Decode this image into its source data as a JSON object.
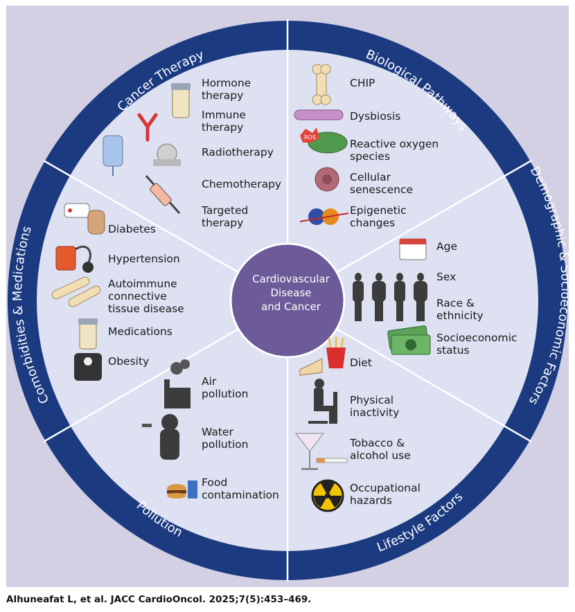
{
  "center": {
    "title": "Cardiovascular\nDisease\nand Cancer"
  },
  "sectors": {
    "cancer_therapy": {
      "title": "Cancer Therapy",
      "items": [
        "Hormone\ntherapy",
        "Immune\ntherapy",
        "Radiotherapy",
        "Chemotherapy",
        "Targeted\ntherapy"
      ]
    },
    "biological_pathways": {
      "title": "Biological Pathways",
      "items": [
        "CHIP",
        "Dysbiosis",
        "Reactive oxygen\nspecies",
        "Cellular\nsenescence",
        "Epigenetic\nchanges"
      ],
      "ros_badge": "ROS"
    },
    "demographic": {
      "title": "Demographic & Socioeconomic Factors",
      "items": [
        "Age",
        "Sex",
        "Race &\nethnicity",
        "Socioeconomic\nstatus"
      ]
    },
    "lifestyle": {
      "title": "Lifestyle Factors",
      "items": [
        "Diet",
        "Physical\ninactivity",
        "Tobacco &\nalcohol use",
        "Occupational\nhazards"
      ]
    },
    "pollution": {
      "title": "Pollution",
      "items": [
        "Air\npollution",
        "Water\npollution",
        "Food\ncontamination"
      ]
    },
    "comorbidities": {
      "title": "Comorbidities & Medications",
      "items": [
        "Diabetes",
        "Hypertension",
        "Autoimmune\nconnective\ntissue disease",
        "Medications",
        "Obesity"
      ]
    }
  },
  "citation": "Alhuneafat L, et al. JACC CardioOncol. 2025;7(5):453–469.",
  "colors": {
    "background": "#d3d0e4",
    "ring": "#1b3a80",
    "inner": "#dde1f1",
    "center": "#6c5b98",
    "divider": "#ffffff"
  }
}
